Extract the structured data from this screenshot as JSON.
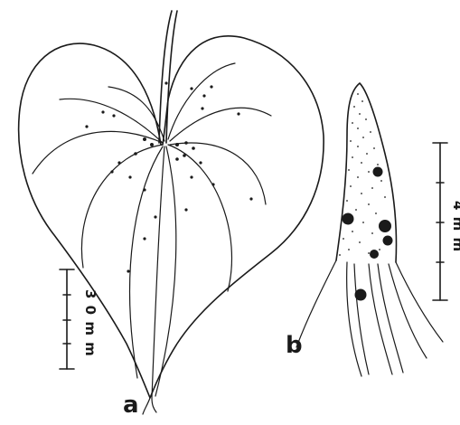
{
  "figure": {
    "panels": [
      {
        "id": "a",
        "label": "a"
      },
      {
        "id": "b",
        "label": "b"
      }
    ],
    "scale_bars": [
      {
        "panel": "a",
        "label": "3 0 m m"
      },
      {
        "panel": "b",
        "label": "4 m m"
      }
    ],
    "colors": {
      "ink": "#1a1a1a",
      "background": "#ffffff"
    }
  }
}
